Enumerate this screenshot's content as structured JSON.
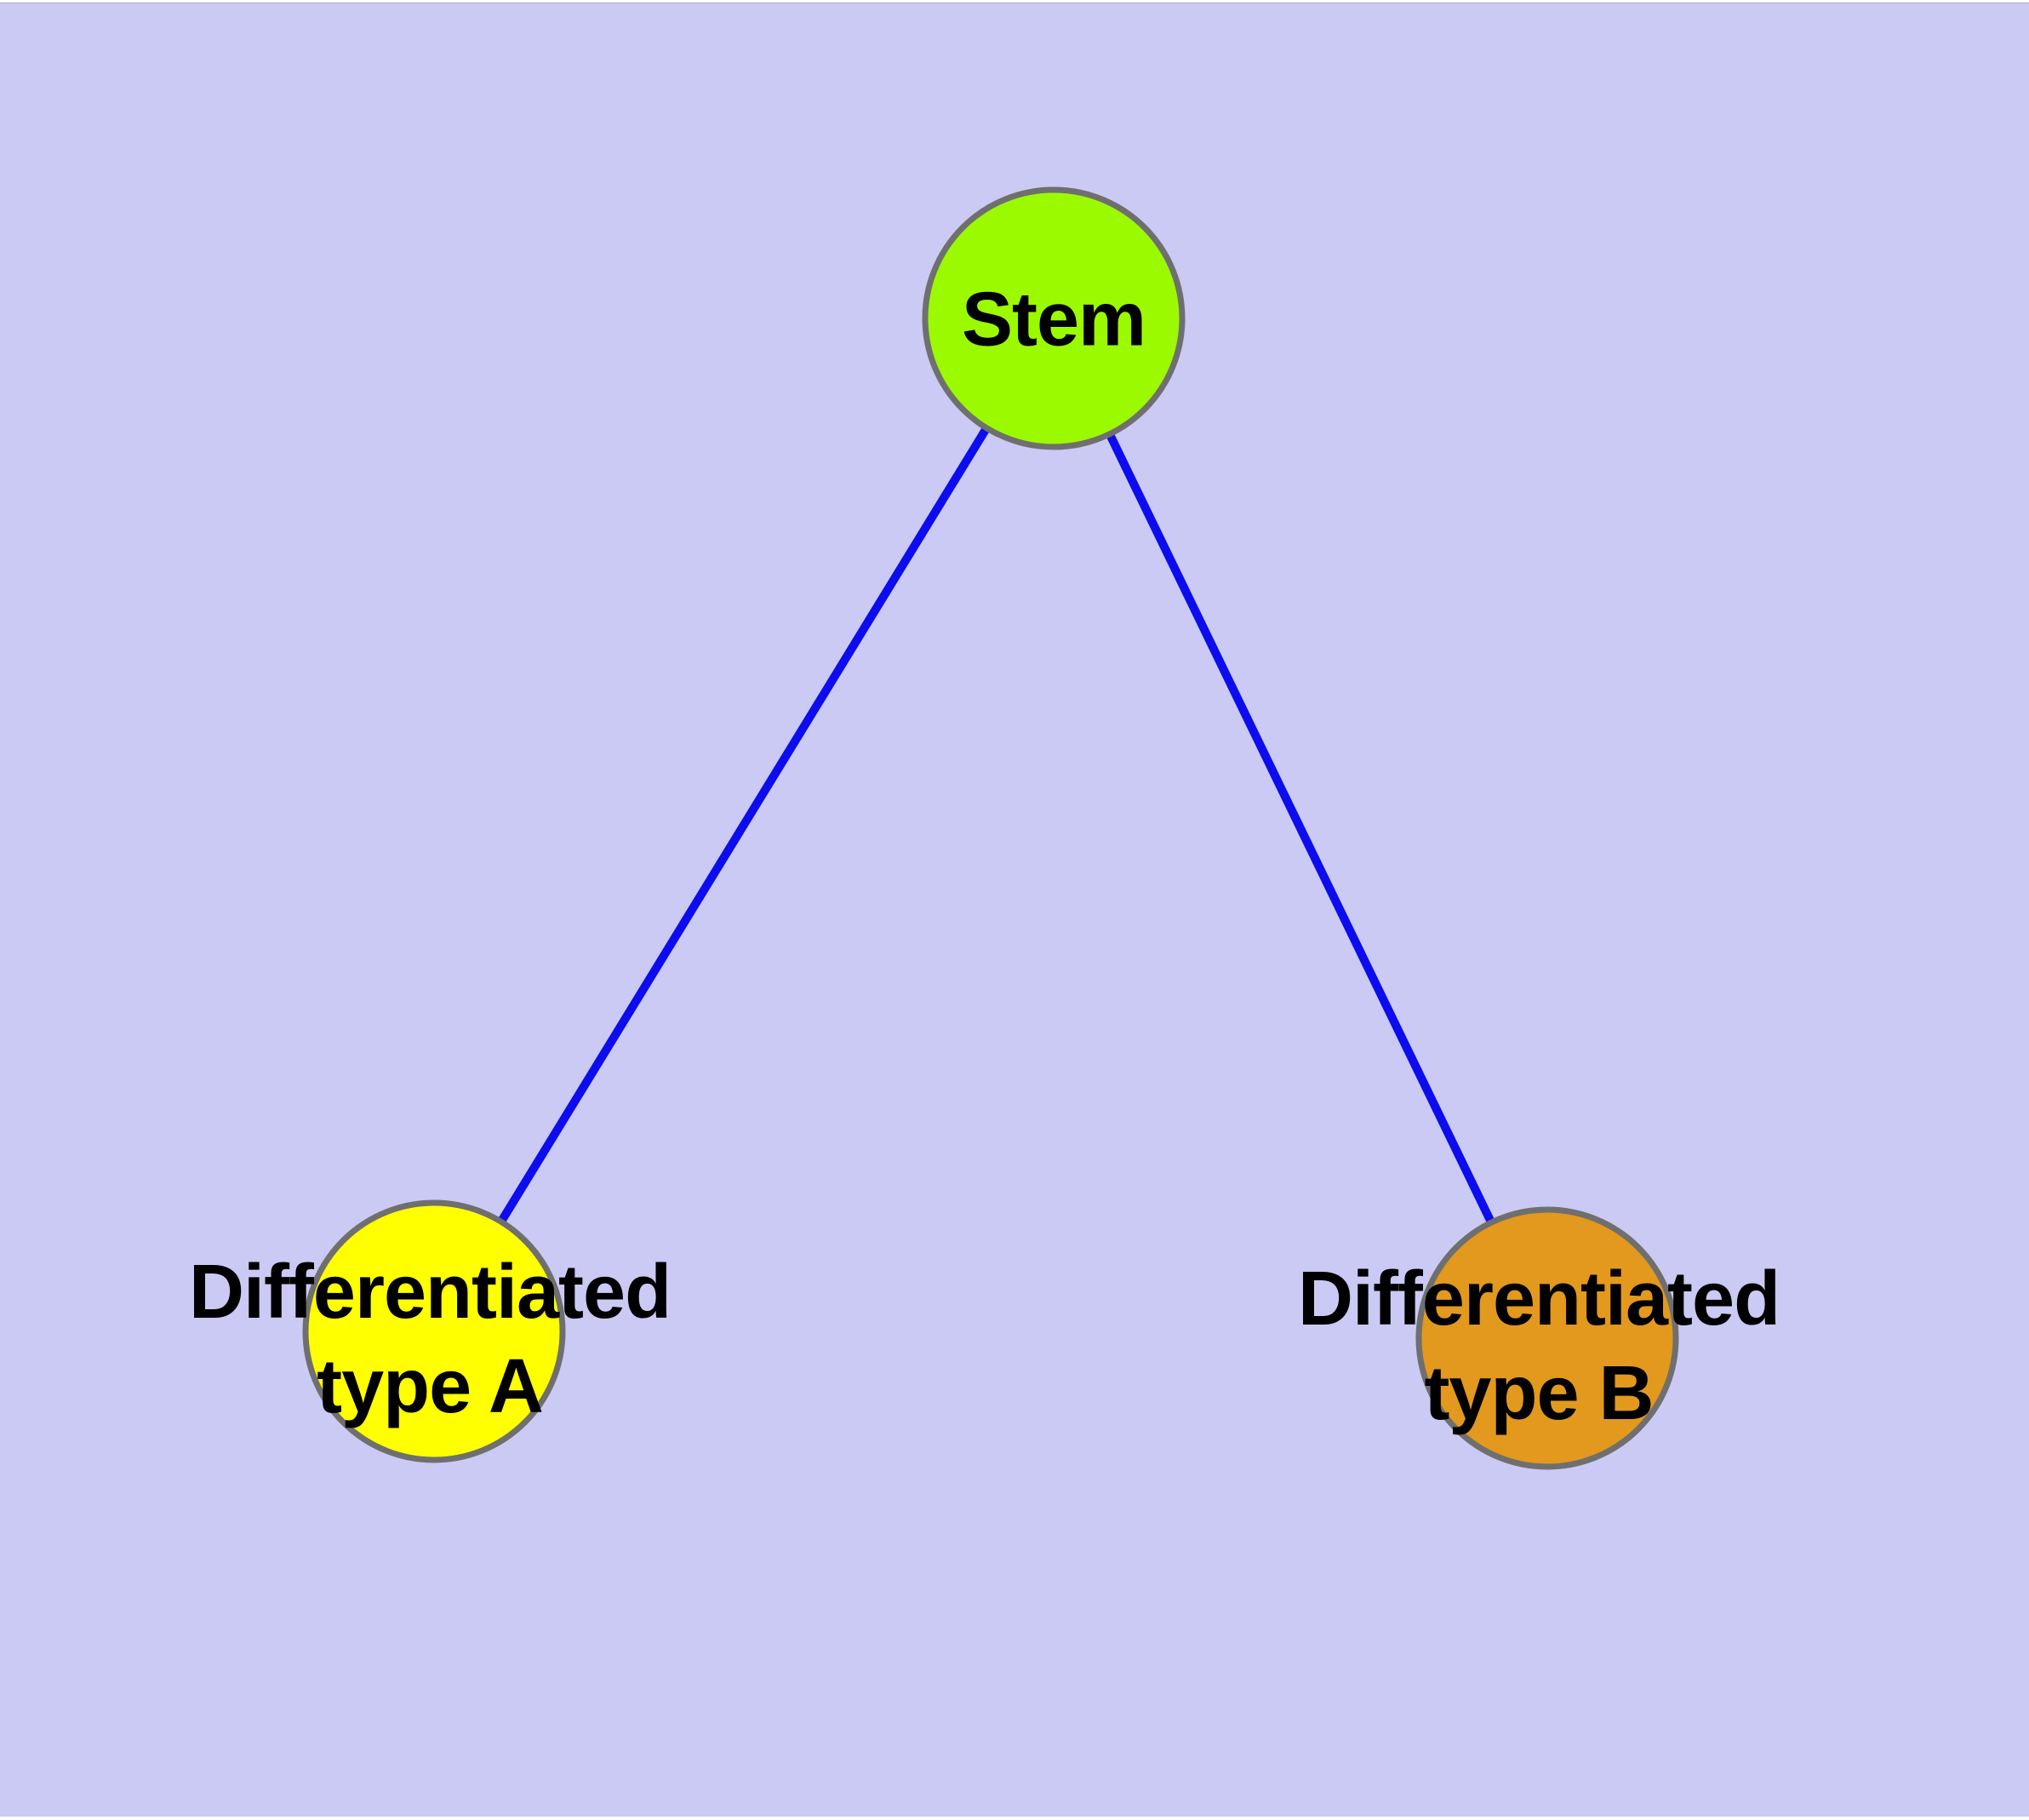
{
  "diagram": {
    "type": "node-link-graph",
    "background_color": "#cacaf4",
    "edge_color": "#0c0cef",
    "node_border_color": "#6f6f6f",
    "label_color": "#000000",
    "nodes": [
      {
        "id": "stem",
        "label": "Stem",
        "color": "#9cfa00"
      },
      {
        "id": "differentiated-type-a",
        "label": "Differentiated type A",
        "label_line1": "Differentiated",
        "label_line2": "type A",
        "color": "#ffff00"
      },
      {
        "id": "differentiated-type-b",
        "label": "Differentiated type B",
        "label_line1": "Differentiated",
        "label_line2": "type B",
        "color": "#e2991d"
      }
    ],
    "edges": [
      {
        "from": "Stem",
        "to": "Differentiated type A"
      },
      {
        "from": "Stem",
        "to": "Differentiated type B"
      }
    ]
  }
}
